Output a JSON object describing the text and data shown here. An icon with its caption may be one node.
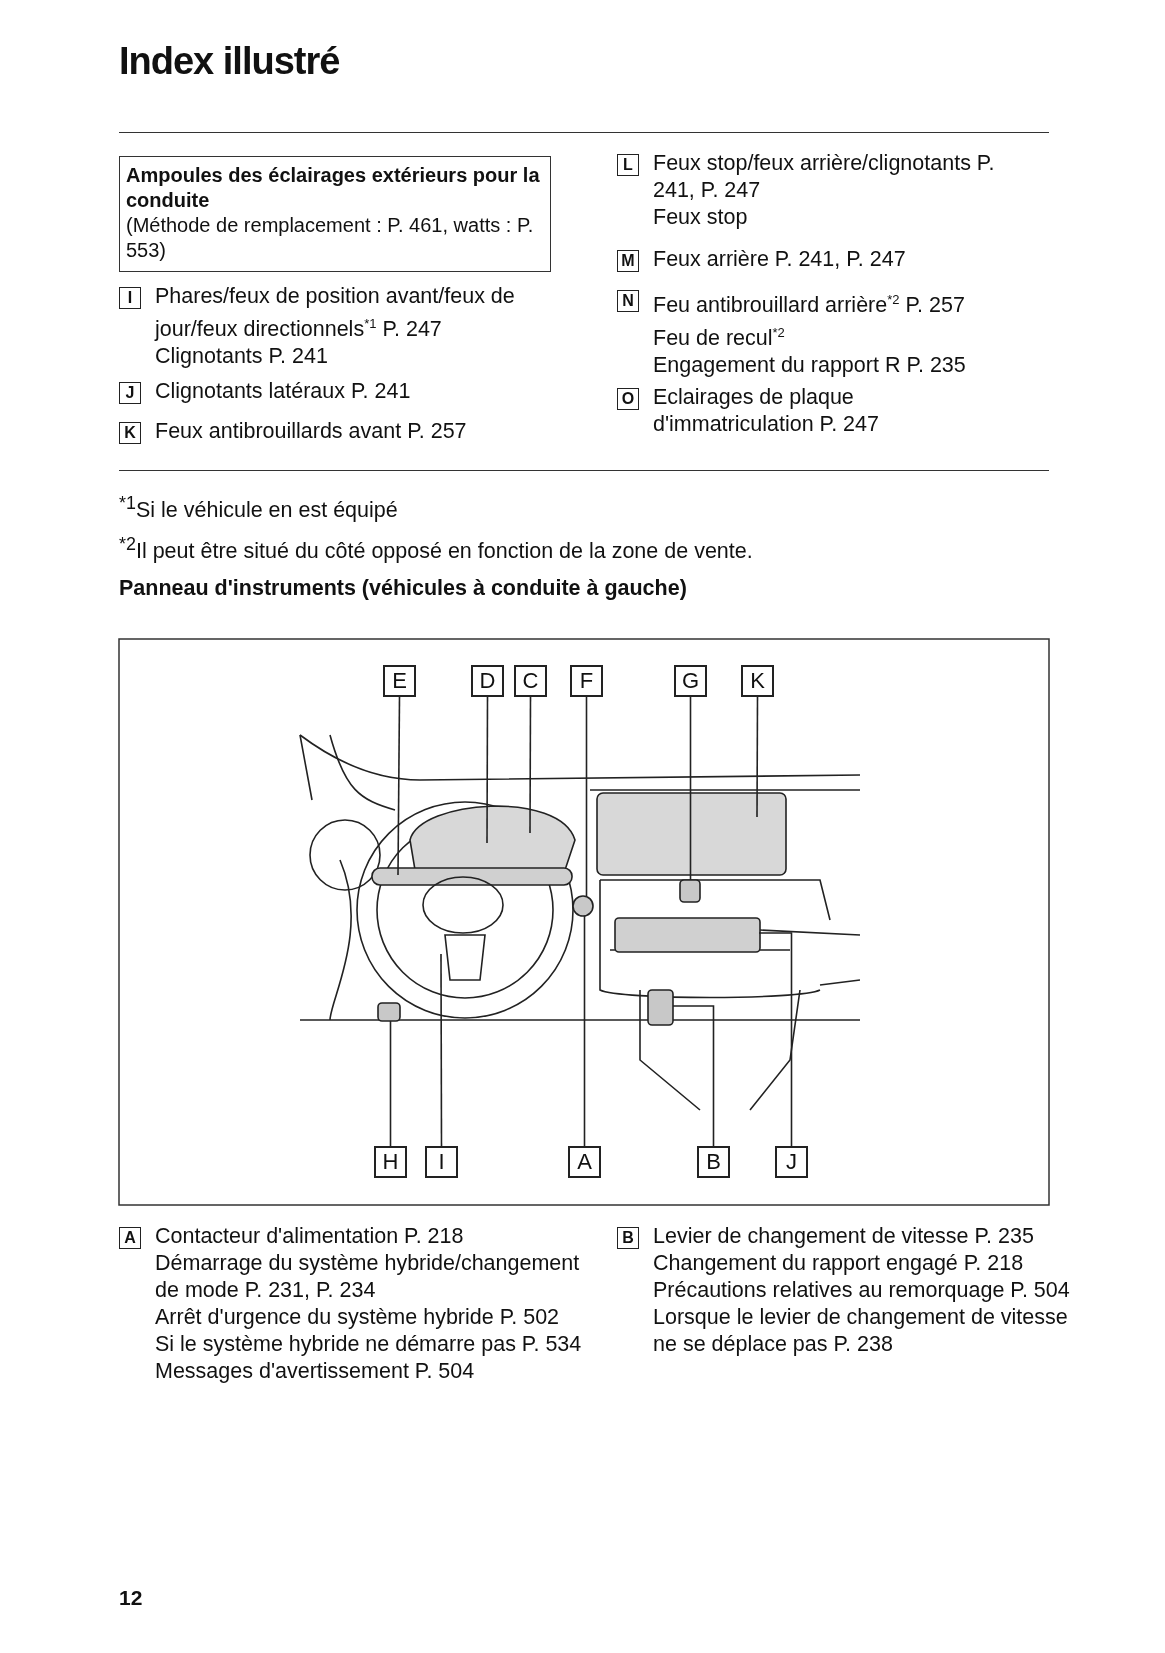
{
  "diagram": {
    "title": "Index illustré",
    "nodes": [
      {
        "text": [
          "Ampoules des éclairages extérieurs pour la conduite",
          "(Méthode de remplacement : P. 461, watts : P. 553)"
        ]
      },
      {
        "text": [
          "I"
        ],
        "beside": [
          "Phares/feux de position avant/feux de jour/feux directionnels$^{*1}$ P. 247",
          "Clignotants P. 241"
        ]
      },
      {
        "text": [
          "J"
        ],
        "beside": [
          "Clignotants latéraux P. 241"
        ]
      },
      {
        "text": [
          "K"
        ],
        "beside": [
          "Feux antibrouillards avant P. 257"
        ]
      },
      {
        "text": [
          "L"
        ],
        "beside": [
          "Feux stop/feux arrière/clignotants P. 241, P. 247",
          "Feux stop"
        ]
      },
      {
        "text": [
          "M"
        ],
        "beside": [
          "Feux arrière P. 241, P. 247"
        ]
      },
      {
        "text": [
          "N"
        ],
        "beside": [
          "Feu antibrouillard arrière$^{*2}$ P. 257",
          "Feu de recul$^{*2}$",
          "Engagement du rapport R P. 235"
        ]
      },
      {
        "text": [
          "O"
        ],
        "beside": [
          "Eclairages de plaque d'immatriculation P. 247"
        ]
      },
      {
        "text": [
          "E"
        ]
      },
      {
        "text": [
          "D"
        ]
      },
      {
        "text": [
          "C"
        ]
      },
      {
        "text": [
          "F"
        ]
      },
      {
        "text": [
          "G"
        ]
      },
      {
        "text": [
          "K"
        ]
      },
      {
        "text": [
          "H"
        ]
      },
      {
        "text": [
          "I"
        ]
      },
      {
        "text": [
          "A"
        ]
      },
      {
        "text": [
          "B"
        ]
      },
      {
        "text": [
          "J"
        ]
      },
      {
        "text": [
          "A"
        ],
        "beside": [
          "Contacteur d'alimentation P. 218",
          "Démarrage du système hybride/changement de mode P. 231, P. 234",
          "Arrêt d'urgence du système hybride P. 502",
          "Si le système hybride ne démarre pas P. 534",
          "Messages d'avertissement P. 504"
        ]
      },
      {
        "text": [
          "B"
        ],
        "beside": [
          "Levier de changement de vitesse P. 235",
          "Changement du rapport engagé P. 218",
          "Précautions relatives au remorquage P. 504",
          "Lorsque le levier de changement de vitesse ne se déplace pas P. 238"
        ]
      },
      {
        "text": [],
        "shape": "circle"
      },
      {
        "text": [],
        "shape": "box"
      },
      {
        "text": [],
        "shape": "box"
      },
      {
        "text": [],
        "shape": "box"
      }
    ],
    "edges": [
      {
        "from": 8,
        "to": null,
        "arrow": "none"
      },
      {
        "from": 9,
        "to": null,
        "arrow": "none"
      },
      {
        "from": 10,
        "to": null,
        "arrow": "none"
      },
      {
        "from": 11,
        "to": 21,
        "arrow": "none"
      },
      {
        "from": 12,
        "to": 22,
        "arrow": "none"
      },
      {
        "from": 13,
        "to": null,
        "arrow": "none"
      },
      {
        "from": 14,
        "to": 23,
        "arrow": "none"
      },
      {
        "from": 15,
        "to": null,
        "arrow": "none"
      },
      {
        "from": 16,
        "to": 21,
        "arrow": "none"
      },
      {
        "from": 17,
        "to": 24,
        "arrow": "none"
      },
      {
        "from": 18,
        "to": null,
        "arrow": "none"
      }
    ],
    "labels": [
      "$^{*1}$Si le véhicule en est équipé",
      "$^{*2}$Il peut être situé du côté opposé en fonction de la zone de vente.",
      "Panneau d'instruments (véhicules à conduite à gauche)",
      "12"
    ]
  }
}
